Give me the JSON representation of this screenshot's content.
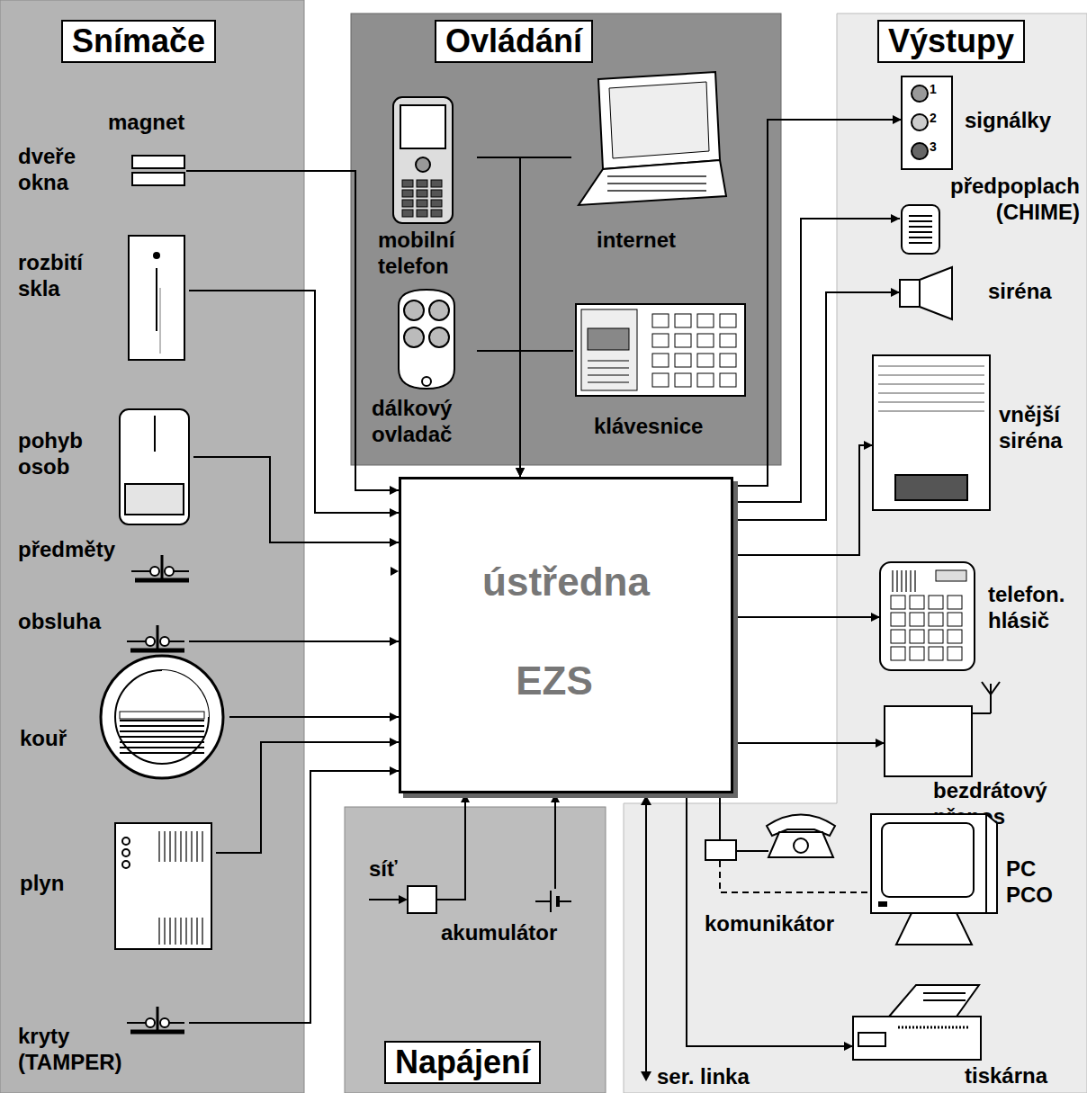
{
  "diagram": {
    "nodes": [
      {
        "text": [
          "Snímače"
        ]
      },
      {
        "text": [
          "magnet",
          "dveře okna"
        ],
        "in": 0
      },
      {
        "text": [
          "rozbití skla"
        ],
        "in": 0
      },
      {
        "text": [
          "pohyb osob"
        ],
        "in": 0
      },
      {
        "text": [
          "předměty"
        ],
        "in": 0
      },
      {
        "text": [
          "obsluha"
        ],
        "in": 0
      },
      {
        "text": [
          "kouř"
        ],
        "in": 0
      },
      {
        "text": [
          "plyn"
        ],
        "in": 0
      },
      {
        "text": [
          "kryty (TAMPER)"
        ],
        "in": 0
      },
      {
        "text": [
          "Ovládání"
        ]
      },
      {
        "text": [
          "mobilní telefon"
        ],
        "in": 9
      },
      {
        "text": [
          "internet"
        ],
        "in": 9
      },
      {
        "text": [
          "dálkový ovladač"
        ],
        "in": 9
      },
      {
        "text": [
          "klávesnice"
        ],
        "in": 9
      },
      {
        "text": [
          "Výstupy"
        ]
      },
      {
        "text": [
          "signálky"
        ],
        "in": 14
      },
      {
        "text": [
          "předpoplach (CHIME)"
        ],
        "in": 14
      },
      {
        "text": [
          "siréna"
        ],
        "in": 14
      },
      {
        "text": [
          "vnější siréna"
        ],
        "in": 14
      },
      {
        "text": [
          "telefon. hlásič"
        ],
        "in": 14
      },
      {
        "text": [
          "bezdrátový přenos"
        ],
        "in": 14
      },
      {
        "text": [
          "ústředna",
          "EZS"
        ]
      },
      {
        "text": [
          "komunikátor"
        ],
        "in": 14
      },
      {
        "text": [
          "PC PCO"
        ],
        "in": 14
      },
      {
        "text": [
          "tiskárna"
        ],
        "in": 14
      },
      {
        "text": [
          "Napájení"
        ]
      },
      {
        "text": [
          "síť"
        ],
        "in": 25
      },
      {
        "text": [
          "akumulátor"
        ],
        "in": 25
      }
    ],
    "edges": [
      {
        "from": 1,
        "to": 21,
        "arrow": "to"
      },
      {
        "from": 2,
        "to": 21,
        "arrow": "to"
      },
      {
        "from": 3,
        "to": 21,
        "arrow": "to"
      },
      {
        "from": 5,
        "to": 21,
        "arrow": "to"
      },
      {
        "from": 6,
        "to": 21,
        "arrow": "to"
      },
      {
        "from": 7,
        "to": 21,
        "arrow": "to"
      },
      {
        "from": 8,
        "to": 21,
        "arrow": "to"
      },
      {
        "from": 10,
        "to": 21,
        "arrow": "to"
      },
      {
        "from": 11,
        "to": 21,
        "arrow": "to"
      },
      {
        "from": 12,
        "to": 21,
        "arrow": "to"
      },
      {
        "from": 13,
        "to": 21,
        "arrow": "to"
      },
      {
        "from": 21,
        "to": 15,
        "arrow": "to"
      },
      {
        "from": 21,
        "to": 16,
        "arrow": "to"
      },
      {
        "from": 21,
        "to": 17,
        "arrow": "to"
      },
      {
        "from": 21,
        "to": 18,
        "arrow": "to"
      },
      {
        "from": 21,
        "to": 19,
        "arrow": "to"
      },
      {
        "from": 21,
        "to": 20,
        "arrow": "to"
      },
      {
        "from": 21,
        "to": 22,
        "arrow": "none"
      },
      {
        "from": 22,
        "to": 23,
        "arrow": "none"
      },
      {
        "from": 21,
        "to": 24,
        "arrow": "to"
      },
      {
        "from": 26,
        "to": 21,
        "arrow": "to"
      },
      {
        "from": 27,
        "to": 21,
        "arrow": "to"
      }
    ],
    "labels": [
      "1",
      "2",
      "3",
      "ser. linka"
    ]
  }
}
